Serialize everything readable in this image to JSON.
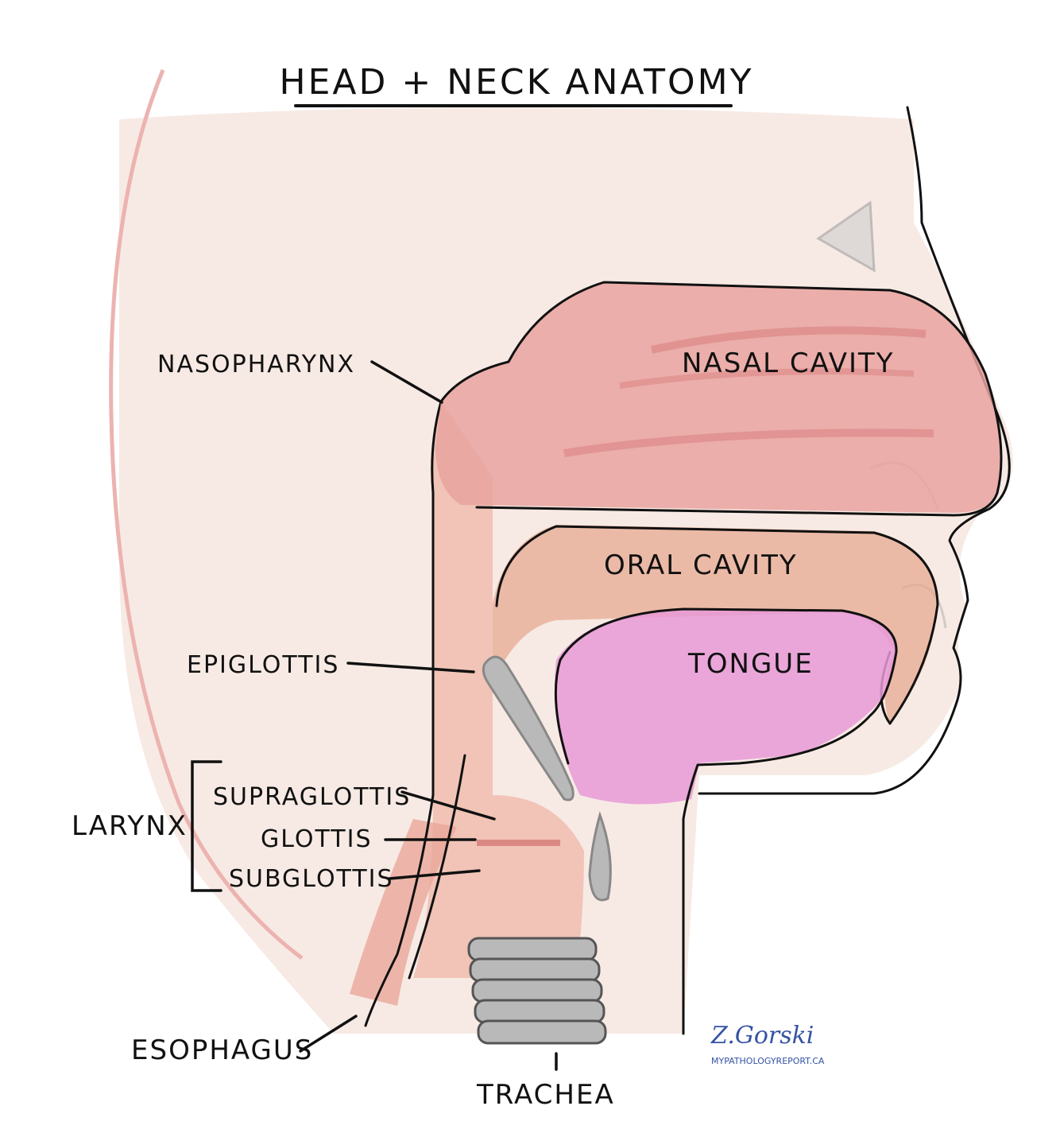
{
  "title": "HEAD + NECK ANATOMY",
  "labels": {
    "nasopharynx": "NASOPHARYNX",
    "nasal_cavity": "NASAL CAVITY",
    "oral_cavity": "ORAL CAVITY",
    "tongue": "TONGUE",
    "epiglottis": "EPIGLOTTIS",
    "larynx": "LARYNX",
    "supraglottis": "SUPRAGLOTTIS",
    "glottis": "GLOTTIS",
    "subglottis": "SUBGLOTTIS",
    "esophagus": "ESOPHAGUS",
    "trachea": "TRACHEA"
  },
  "signature": {
    "name": "Z.Gorski",
    "website": "MYPATHOLOGYREPORT.CA"
  },
  "colors": {
    "skin": "#f6e6df",
    "nasal": "#e9a3a0",
    "oral": "#e6a58c",
    "tongue": "#e79ad7",
    "airway": "#efb7a8",
    "cartilage": "#b9b9b9",
    "ink": "#111111",
    "signature": "#3553a4"
  }
}
